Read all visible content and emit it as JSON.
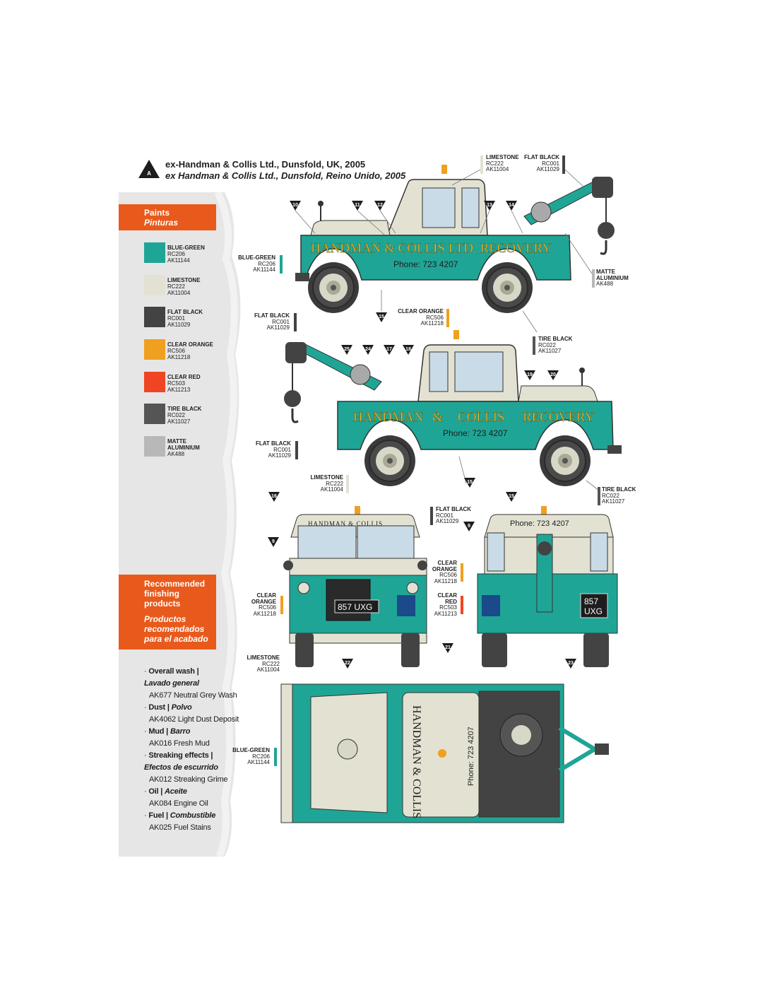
{
  "colors": {
    "blue_green": "#1fa596",
    "limestone": "#e3e2d2",
    "flat_black": "#434343",
    "clear_orange": "#f0a020",
    "clear_red": "#ef4524",
    "tire_black": "#555555",
    "matte_aluminium": "#b8b8b8",
    "panel_orange": "#e85a1c"
  },
  "header": {
    "marker": "A",
    "title": "ex-Handman & Collis Ltd., Dunsfold, UK, 2005",
    "title_es": "ex Handman & Collis Ltd., Dunsfold, Reino Unido, 2005"
  },
  "paints_panel": {
    "title": "Paints",
    "title_es": "Pinturas",
    "items": [
      {
        "name": "BLUE-GREEN",
        "rc": "RC206",
        "ak": "AK11144"
      },
      {
        "name": "LIMESTONE",
        "rc": "RC222",
        "ak": "AK11004"
      },
      {
        "name": "FLAT BLACK",
        "rc": "RC001",
        "ak": "AK11029"
      },
      {
        "name": "CLEAR ORANGE",
        "rc": "RC506",
        "ak": "AK11218"
      },
      {
        "name": "CLEAR RED",
        "rc": "RC503",
        "ak": "AK11213"
      },
      {
        "name": "TIRE BLACK",
        "rc": "RC022",
        "ak": "AK11027"
      },
      {
        "name": "MATTE",
        "name2": "ALUMINIUM",
        "ak": "AK488"
      }
    ]
  },
  "finishing_panel": {
    "l1": "Recommended",
    "l2": "finishing",
    "l3": "products",
    "l4": "Productos",
    "l5": "recomendados",
    "l6": "para el acabado",
    "items": [
      {
        "en": "Overall wash |",
        "es": "Lavado general",
        "product": "AK677 Neutral Grey Wash"
      },
      {
        "en": "Dust |",
        "es": "Polvo",
        "product": "AK4062 Light Dust Deposit"
      },
      {
        "en": "Mud |",
        "es": "Barro",
        "product": "AK016 Fresh Mud"
      },
      {
        "en": "Streaking effects |",
        "es": "Efectos de escurrido",
        "product": "AK012 Streaking Grime"
      },
      {
        "en": "Oil |",
        "es": "Aceite",
        "product": "AK084 Engine Oil"
      },
      {
        "en": "Fuel |",
        "es": "Combustible",
        "product": "AK025 Fuel Stains"
      }
    ]
  },
  "truck_text": {
    "side_left": "HANDMAN & COLLIS LTD. RECOVERY",
    "side_right_1": "HANDMAN",
    "side_right_amp": "&",
    "side_right_2": "COLLIS",
    "side_right_3": "RECOVERY",
    "phone": "Phone: 723 4207",
    "front_banner": "HANDMAN & COLLIS",
    "plate_front": "857 UXG",
    "plate_rear_1": "857",
    "plate_rear_2": "UXG",
    "top_1": "HANDMAN & COLLIS",
    "top_2": "Phone: 723 4207"
  },
  "markers": [
    "10",
    "11",
    "12",
    "13",
    "14",
    "15",
    "25",
    "24",
    "17",
    "18",
    "19",
    "20",
    "15",
    "16",
    "9",
    "15",
    "9",
    "22",
    "21",
    "23"
  ],
  "callouts": {
    "c1": {
      "name": "LIMESTONE",
      "rc": "RC222",
      "ak": "AK11004"
    },
    "c2": {
      "name": "FLAT BLACK",
      "rc": "RC001",
      "ak": "AK11029"
    },
    "c3": {
      "name": "BLUE-GREEN",
      "rc": "RC206",
      "ak": "AK11144"
    },
    "c4": {
      "name": "MATTE",
      "name2": "ALUMINIUM",
      "ak": "AK488"
    },
    "c5": {
      "name": "FLAT BLACK",
      "rc": "RC001",
      "ak": "AK11029"
    },
    "c6": {
      "name": "CLEAR ORANGE",
      "rc": "RC506",
      "ak": "AK11218"
    },
    "c7": {
      "name": "TIRE BLACK",
      "rc": "RC022",
      "ak": "AK11027"
    },
    "c8": {
      "name": "FLAT BLACK",
      "rc": "RC001",
      "ak": "AK11029"
    },
    "c9": {
      "name": "LIMESTONE",
      "rc": "RC222",
      "ak": "AK11004"
    },
    "c10": {
      "name": "TIRE BLACK",
      "rc": "RC022",
      "ak": "AK11027"
    },
    "c11": {
      "name": "FLAT BLACK",
      "rc": "RC001",
      "ak": "AK11029"
    },
    "c12": {
      "name": "CLEAR",
      "name2": "ORANGE",
      "rc": "RC506",
      "ak": "AK11218"
    },
    "c13": {
      "name": "CLEAR",
      "name2": "ORANGE",
      "rc": "RC506",
      "ak": "AK11218"
    },
    "c14": {
      "name": "CLEAR",
      "name2": "RED",
      "rc": "RC503",
      "ak": "AK11213"
    },
    "c15": {
      "name": "LIMESTONE",
      "rc": "RC222",
      "ak": "AK11004"
    },
    "c16": {
      "name": "BLUE-GREEN",
      "rc": "RC206",
      "ak": "AK11144"
    }
  }
}
